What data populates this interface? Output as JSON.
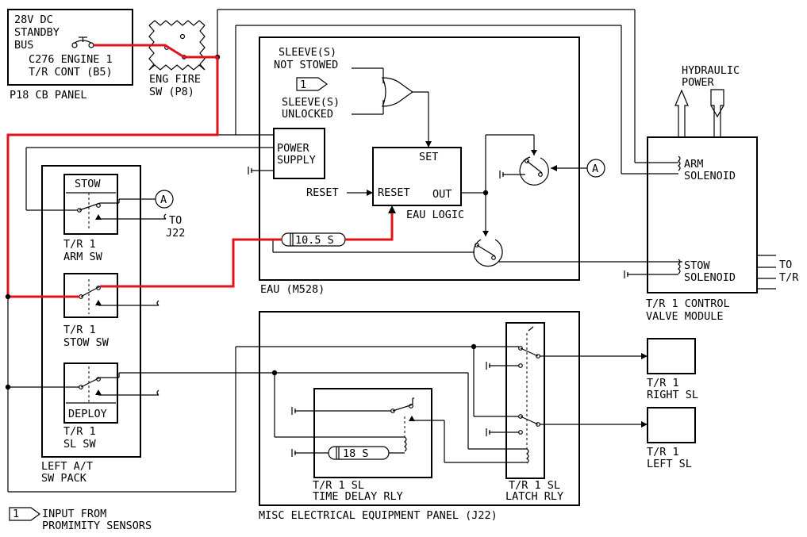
{
  "labels": {
    "bus_1": "28V DC",
    "bus_2": "STANDBY",
    "bus_3": "BUS",
    "cb_1": "C276 ENGINE 1",
    "cb_2": "T/R CONT (B5)",
    "p18": "P18 CB PANEL",
    "eng_fire_1": "ENG FIRE",
    "eng_fire_2": "SW (P8)",
    "sleeve_not_stowed_1": "SLEEVE(S)",
    "sleeve_not_stowed_2": "NOT STOWED",
    "sleeve_unlocked_1": "SLEEVE(S)",
    "sleeve_unlocked_2": "UNLOCKED",
    "power_supply_1": "POWER",
    "power_supply_2": "SUPPLY",
    "set": "SET",
    "reset_ext": "RESET",
    "reset_in": "RESET",
    "out": "OUT",
    "eau_logic": "EAU LOGIC",
    "eau": "EAU (M528)",
    "timer_eau": "10.5 S",
    "hyd_1": "HYDRAULIC",
    "hyd_2": "POWER",
    "arm_sol_1": "ARM",
    "arm_sol_2": "SOLENOID",
    "stow_sol_1": "STOW",
    "stow_sol_2": "SOLENOID",
    "to_tr_1": "TO",
    "to_tr_2": "T/R",
    "cvm_1": "T/R 1 CONTROL",
    "cvm_2": "VALVE MODULE",
    "stow": "STOW",
    "arm_sw_1": "T/R 1",
    "arm_sw_2": "ARM SW",
    "to_j22_1": "TO",
    "to_j22_2": "J22",
    "stow_sw_1": "T/R 1",
    "stow_sw_2": "STOW SW",
    "deploy": "DEPLOY",
    "sl_sw_1": "T/R 1",
    "sl_sw_2": "SL SW",
    "pack_1": "LEFT A/T",
    "pack_2": "SW PACK",
    "timer_tdr": "18 S",
    "tdr_1": "T/R 1 SL",
    "tdr_2": "TIME DELAY RLY",
    "latch_1": "T/R 1 SL",
    "latch_2": "LATCH RLY",
    "misc": "MISC ELECTRICAL EQUIPMENT PANEL (J22)",
    "right_sl_1": "T/R 1",
    "right_sl_2": "RIGHT SL",
    "left_sl_1": "T/R 1",
    "left_sl_2": "LEFT SL",
    "input_1": "INPUT FROM",
    "input_2": "PROMIMITY SENSORS",
    "note_num": "1",
    "ref_a": "A"
  }
}
